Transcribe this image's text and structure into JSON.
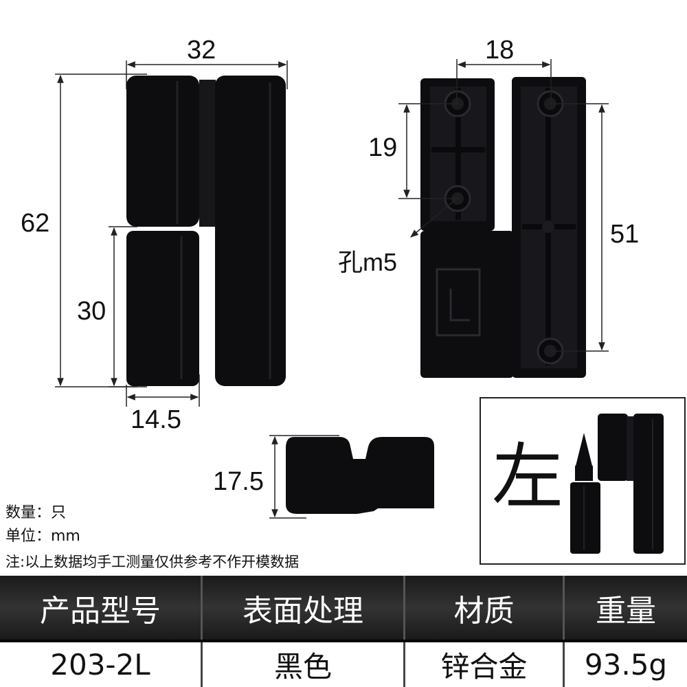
{
  "dimensions": {
    "width": "32",
    "height_total": "62",
    "height_lower": "30",
    "width_lower": "14.5",
    "hole_spacing_x": "18",
    "hole_spacing_y": "19",
    "hole_label": "孔m5",
    "hole_spacing_long": "51",
    "thickness": "17.5"
  },
  "notes": {
    "quantity": "数量：只",
    "unit": "单位：mm",
    "disclaimer": "注:以上数据均手工测量仅供参考不作开模数据"
  },
  "inset": {
    "side_label": "左"
  },
  "table": {
    "headers": [
      "产品型号",
      "表面处理",
      "材质",
      "重量"
    ],
    "values": [
      "203-2L",
      "黑色",
      "锌合金",
      "93.5g"
    ]
  },
  "colors": {
    "product": "#0d0d10",
    "header_bg": "#262626",
    "header_text": "#ffffff"
  }
}
